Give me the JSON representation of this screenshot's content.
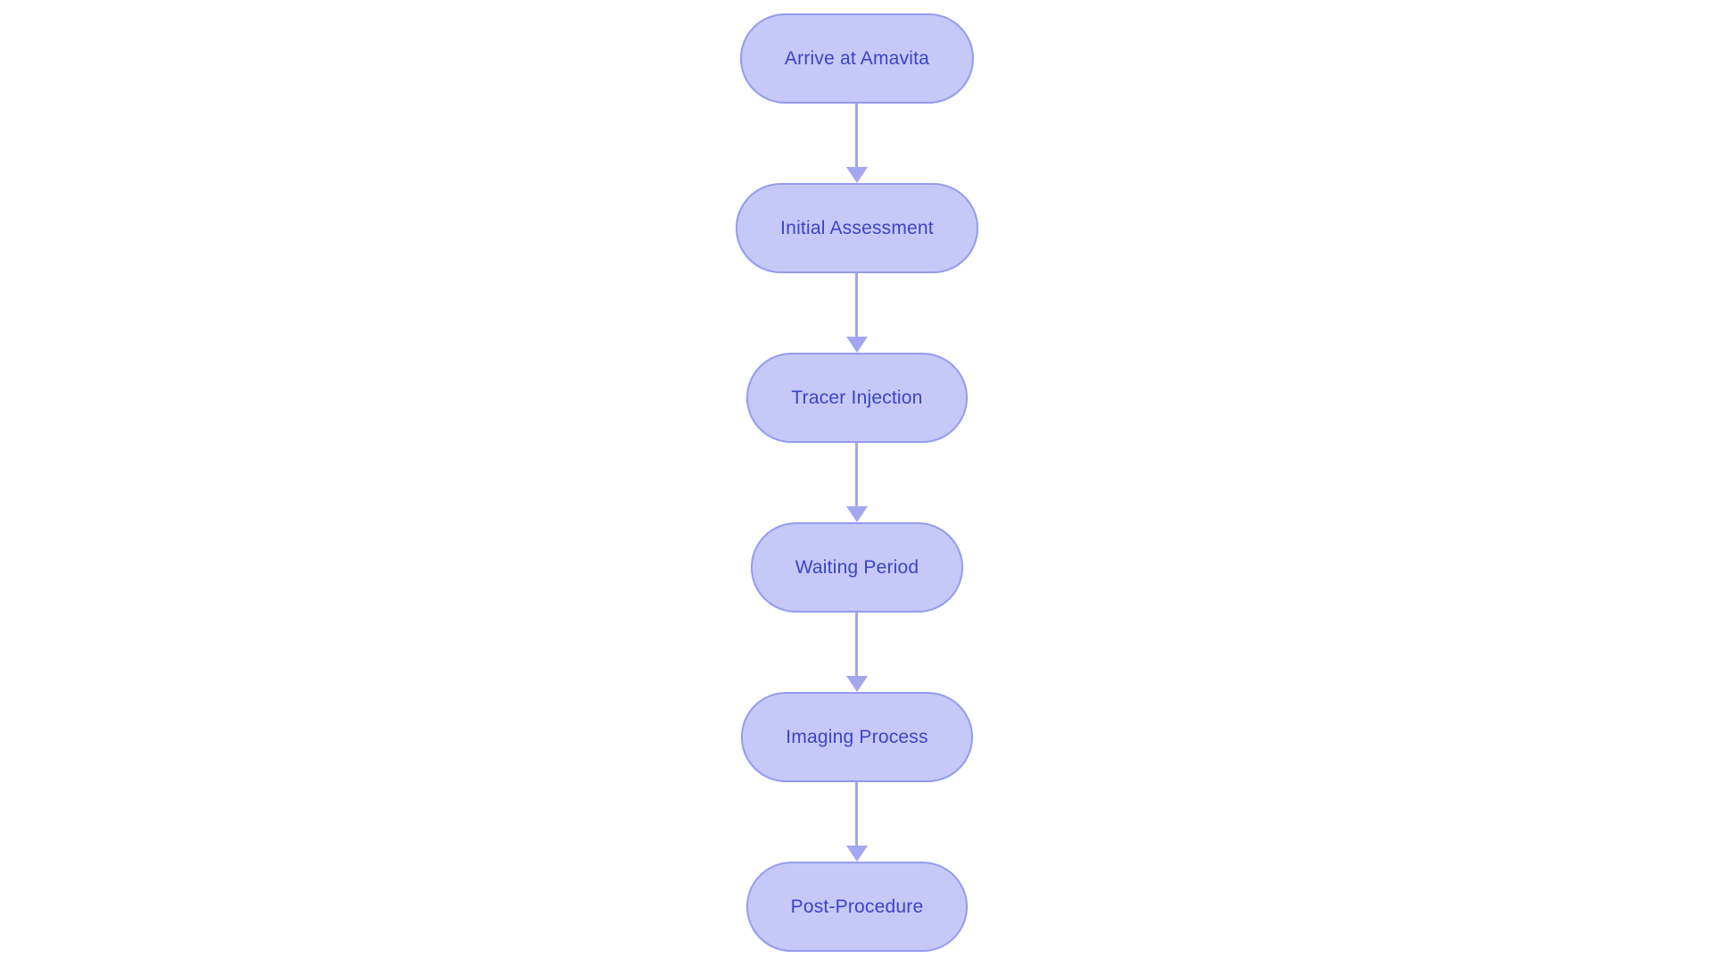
{
  "diagram": {
    "type": "flowchart",
    "direction": "top-down",
    "background_color": "#ffffff",
    "node_fill_color": "#c6c9f8",
    "node_border_color": "#959bee",
    "node_text_color": "#3b44c6",
    "arrow_color": "#a2a7f0",
    "nodes": [
      {
        "label": "Arrive at Amavita"
      },
      {
        "label": "Initial Assessment"
      },
      {
        "label": "Tracer Injection"
      },
      {
        "label": "Waiting Period"
      },
      {
        "label": "Imaging Process"
      },
      {
        "label": "Post-Procedure"
      }
    ],
    "edges": [
      {
        "from": "Arrive at Amavita",
        "to": "Initial Assessment"
      },
      {
        "from": "Initial Assessment",
        "to": "Tracer Injection"
      },
      {
        "from": "Tracer Injection",
        "to": "Waiting Period"
      },
      {
        "from": "Waiting Period",
        "to": "Imaging Process"
      },
      {
        "from": "Imaging Process",
        "to": "Post-Procedure"
      }
    ]
  }
}
